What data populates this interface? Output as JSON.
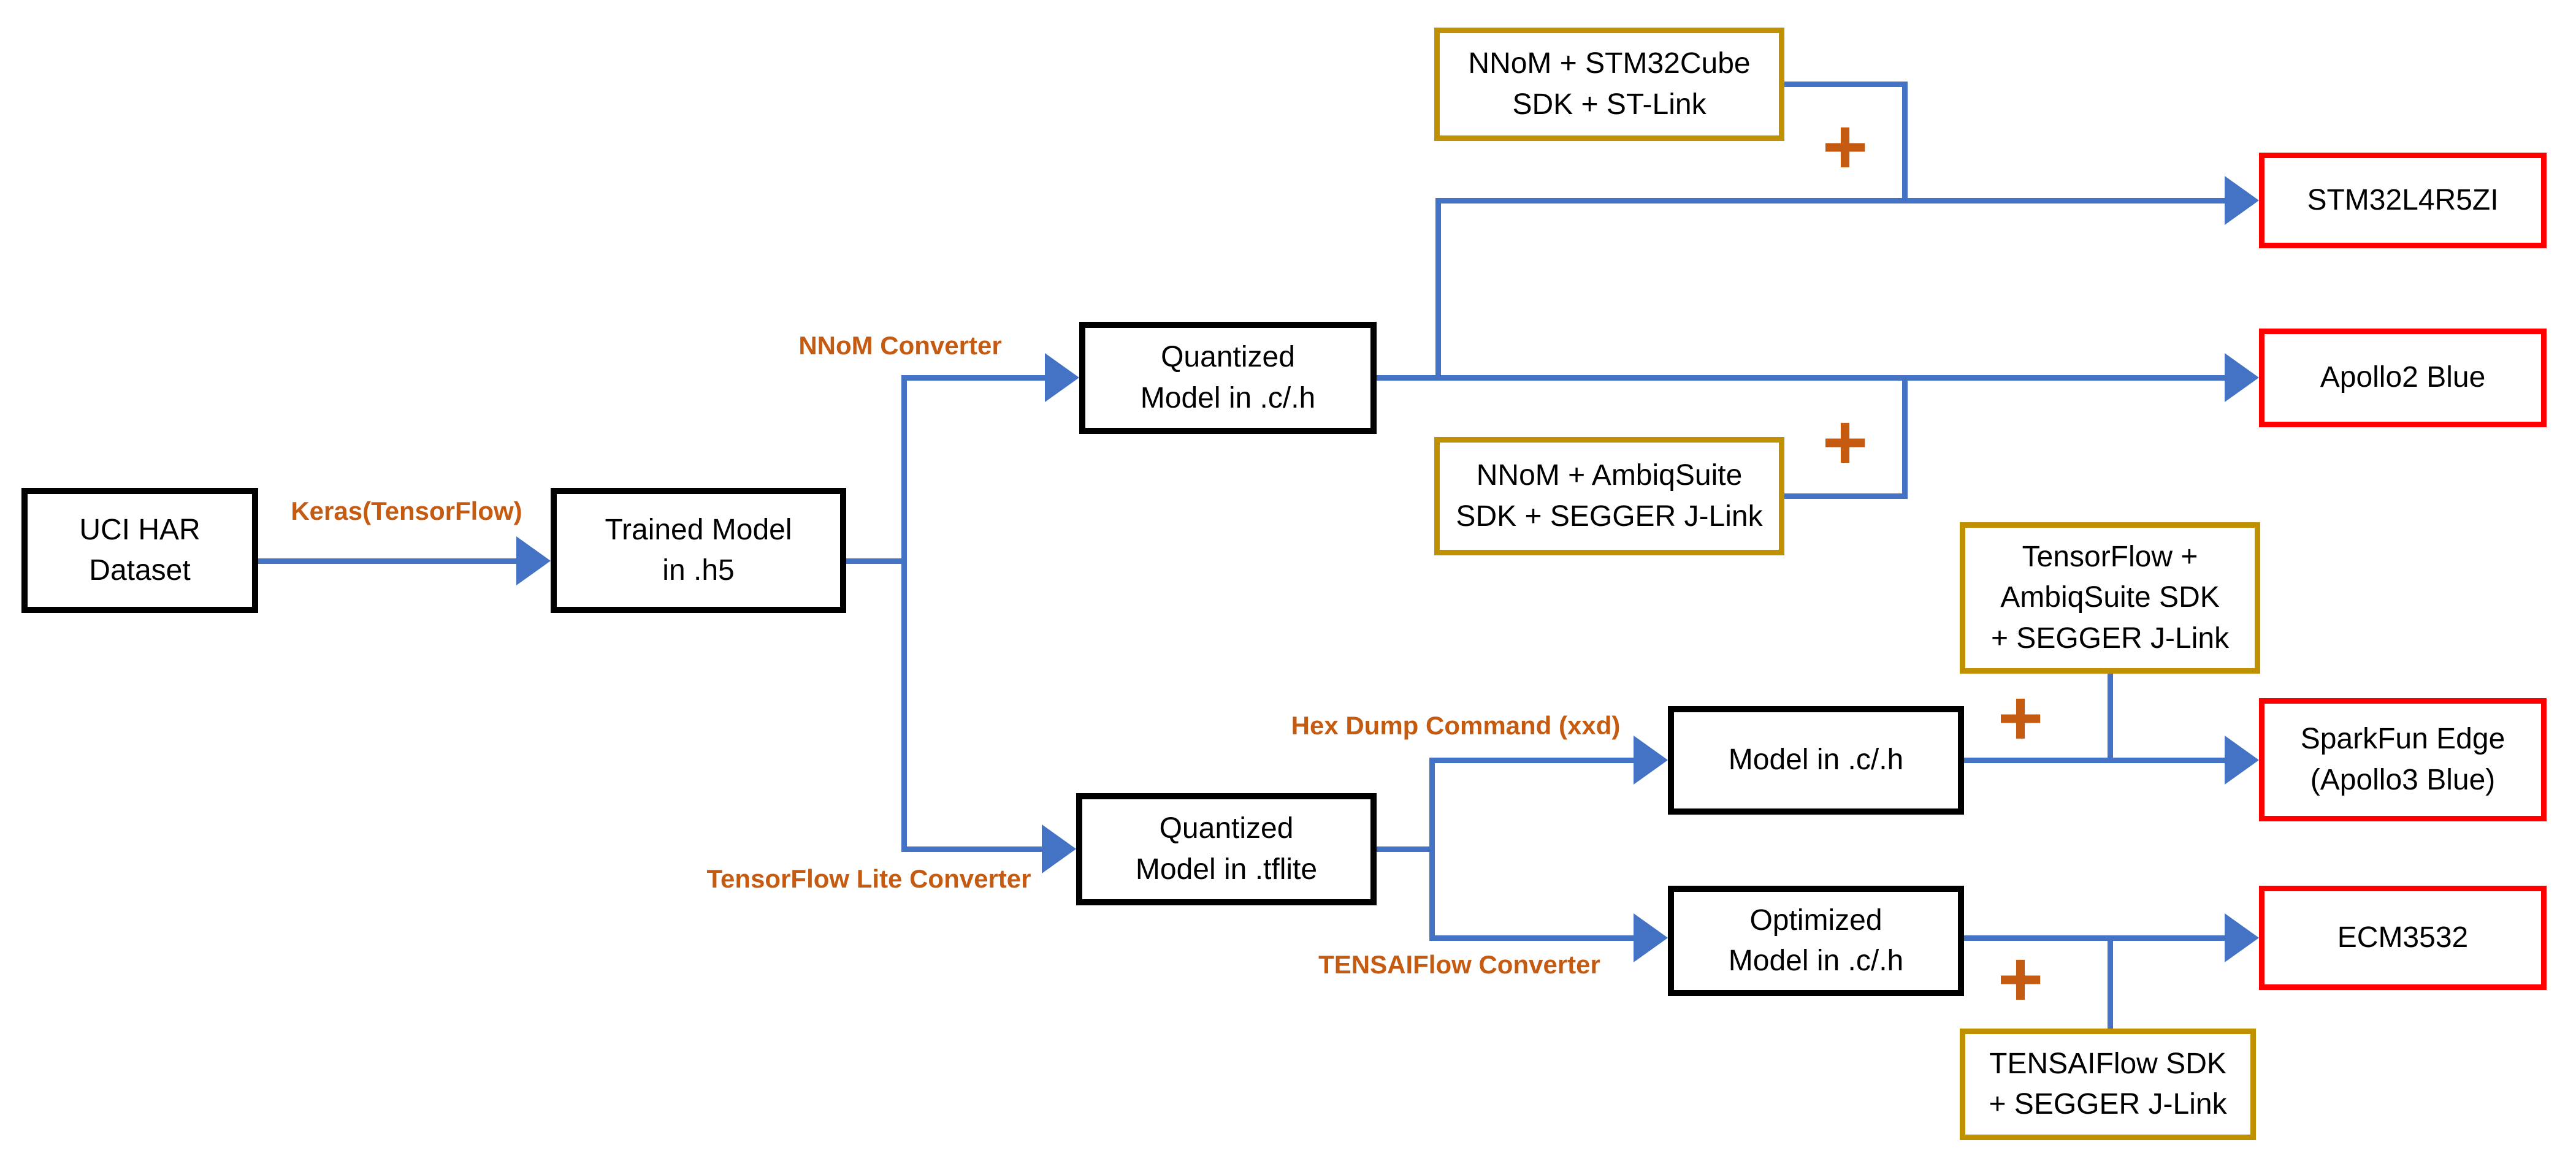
{
  "colors": {
    "arrow_blue": "#4472C4",
    "tool_box_gold": "#BF9000",
    "device_box_red": "#FF0000",
    "model_box_black": "#000000",
    "label_orange": "#C55A11",
    "background": "#ffffff"
  },
  "plus_symbol": "+",
  "nodes": {
    "uci_har_dataset": {
      "line1": "UCI HAR",
      "line2": "Dataset"
    },
    "trained_model": {
      "line1": "Trained Model",
      "line2": "in .h5"
    },
    "quantized_model_c": {
      "line1": "Quantized",
      "line2": "Model in .c/.h"
    },
    "quantized_model_tflite": {
      "line1": "Quantized",
      "line2": "Model in .tflite"
    },
    "model_c": {
      "line1": "Model in .c/.h"
    },
    "optimized_model_c": {
      "line1": "Optimized",
      "line2": "Model in .c/.h"
    },
    "nnom_stm32cube": {
      "line1": "NNoM + STM32Cube",
      "line2": "SDK + ST-Link"
    },
    "nnom_ambiqsuite": {
      "line1": "NNoM + AmbiqSuite",
      "line2": "SDK + SEGGER J-Link"
    },
    "tensorflow_ambiqsuite": {
      "line1": "TensorFlow +",
      "line2": "AmbiqSuite SDK",
      "line3": "+ SEGGER J-Link"
    },
    "tensaiflow_sdk": {
      "line1": "TENSAIFlow SDK",
      "line2": "+ SEGGER J-Link"
    },
    "stm32l4r5zi": {
      "line1": "STM32L4R5ZI"
    },
    "apollo2_blue": {
      "line1": "Apollo2 Blue"
    },
    "sparkfun_edge": {
      "line1": "SparkFun Edge",
      "line2": "(Apollo3 Blue)"
    },
    "ecm3532": {
      "line1": "ECM3532"
    }
  },
  "edge_labels": {
    "keras": "Keras(TensorFlow)",
    "nnom_converter": "NNoM Converter",
    "tensorflow_lite_converter": "TensorFlow Lite Converter",
    "hex_dump_command": "Hex Dump Command (xxd)",
    "tensaiflow_converter": "TENSAIFlow Converter"
  },
  "connections": [
    {
      "from": "uci_har_dataset",
      "to": "trained_model",
      "label_key": "keras"
    },
    {
      "from": "trained_model",
      "to": "quantized_model_c",
      "label_key": "nnom_converter"
    },
    {
      "from": "trained_model",
      "to": "quantized_model_tflite",
      "label_key": "tensorflow_lite_converter"
    },
    {
      "from": "quantized_model_c",
      "to": "stm32l4r5zi",
      "plus_with": "nnom_stm32cube"
    },
    {
      "from": "quantized_model_c",
      "to": "apollo2_blue",
      "plus_with": "nnom_ambiqsuite"
    },
    {
      "from": "quantized_model_tflite",
      "to": "model_c",
      "label_key": "hex_dump_command"
    },
    {
      "from": "quantized_model_tflite",
      "to": "optimized_model_c",
      "label_key": "tensaiflow_converter"
    },
    {
      "from": "model_c",
      "to": "sparkfun_edge",
      "plus_with": "tensorflow_ambiqsuite"
    },
    {
      "from": "optimized_model_c",
      "to": "ecm3532",
      "plus_with": "tensaiflow_sdk"
    }
  ]
}
